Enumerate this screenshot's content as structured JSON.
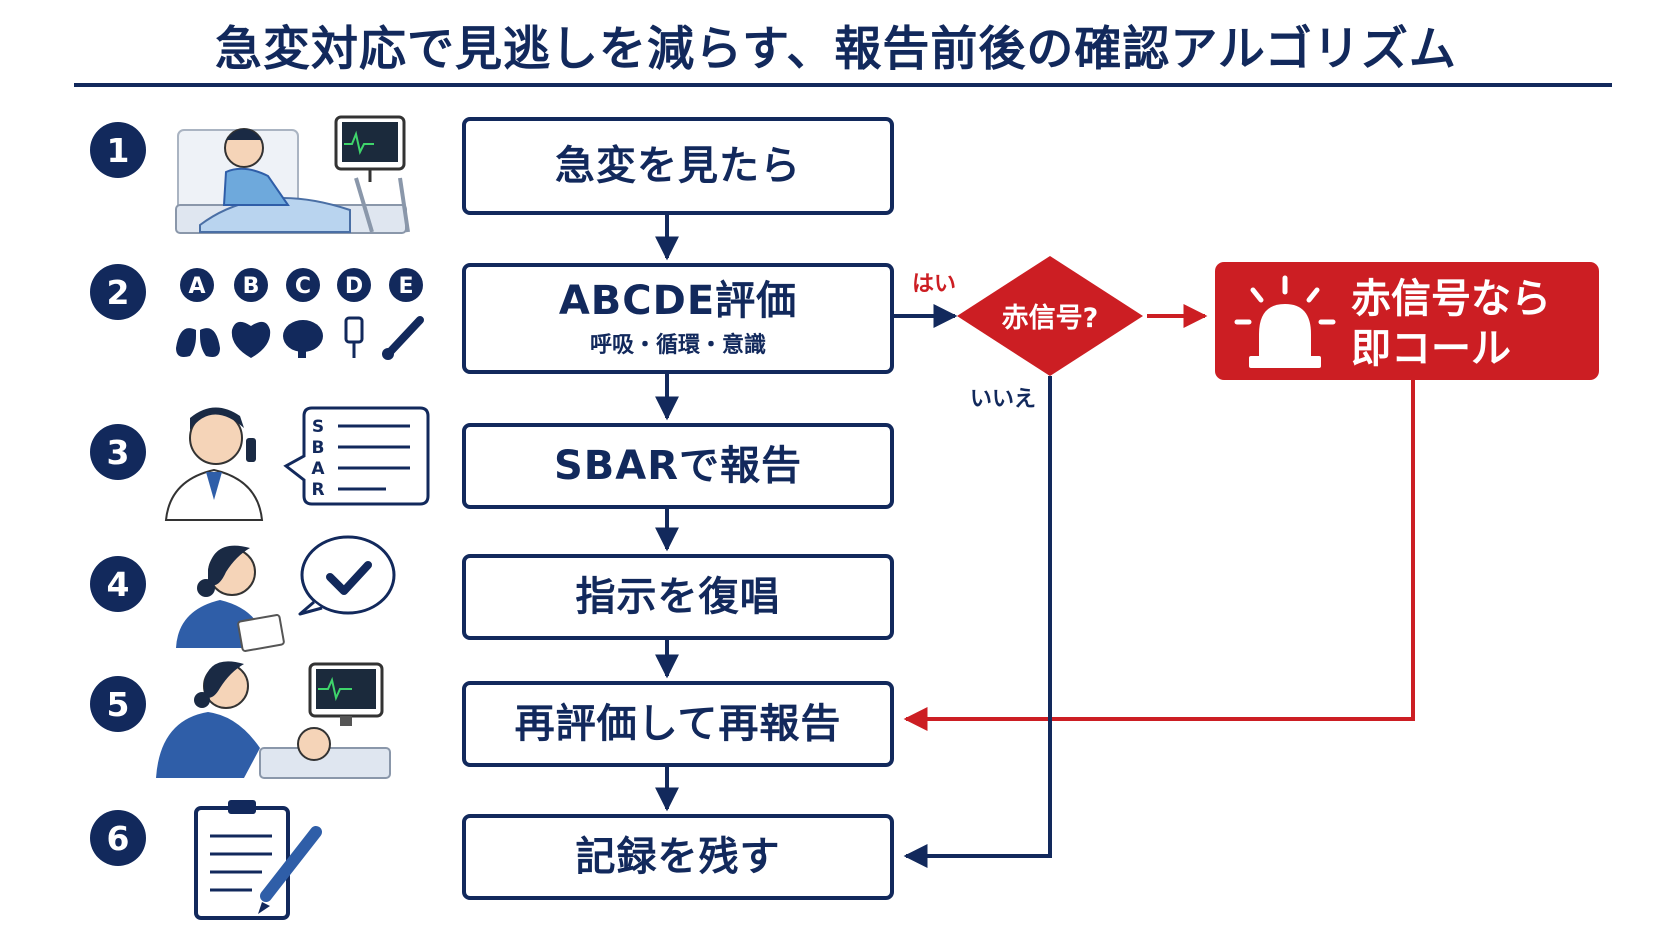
{
  "title": "急変対応で見逃しを減らす、報告前後の確認アルゴリズム",
  "steps": [
    {
      "number": "1",
      "label": "急変を見たら"
    },
    {
      "number": "2",
      "label": "ABCDE評価",
      "sublabel": "呼吸・循環・意識"
    },
    {
      "number": "3",
      "label": "SBARで報告"
    },
    {
      "number": "4",
      "label": "指示を復唱"
    },
    {
      "number": "5",
      "label": "再評価して再報告"
    },
    {
      "number": "6",
      "label": "記録を残す"
    }
  ],
  "abcde_letters": [
    "A",
    "B",
    "C",
    "D",
    "E"
  ],
  "sbar_letters": [
    "S",
    "B",
    "A",
    "R"
  ],
  "decision": {
    "question": "赤信号?",
    "yes_label": "はい",
    "no_label": "いいえ"
  },
  "alert": {
    "line1": "赤信号なら",
    "line2": "即コール"
  },
  "colors": {
    "navy": "#12295c",
    "red": "#cc1e23",
    "blue": "#2f5ea8"
  },
  "icons": [
    "patient-in-bed-icon",
    "vital-monitor-icon",
    "lungs-icon",
    "heart-icon",
    "brain-icon",
    "iv-drip-icon",
    "thermometer-icon",
    "doctor-on-phone-icon",
    "sbar-note-icon",
    "nurse-icon",
    "check-bubble-icon",
    "nurse-with-patient-icon",
    "clipboard-pen-icon",
    "siren-icon"
  ]
}
